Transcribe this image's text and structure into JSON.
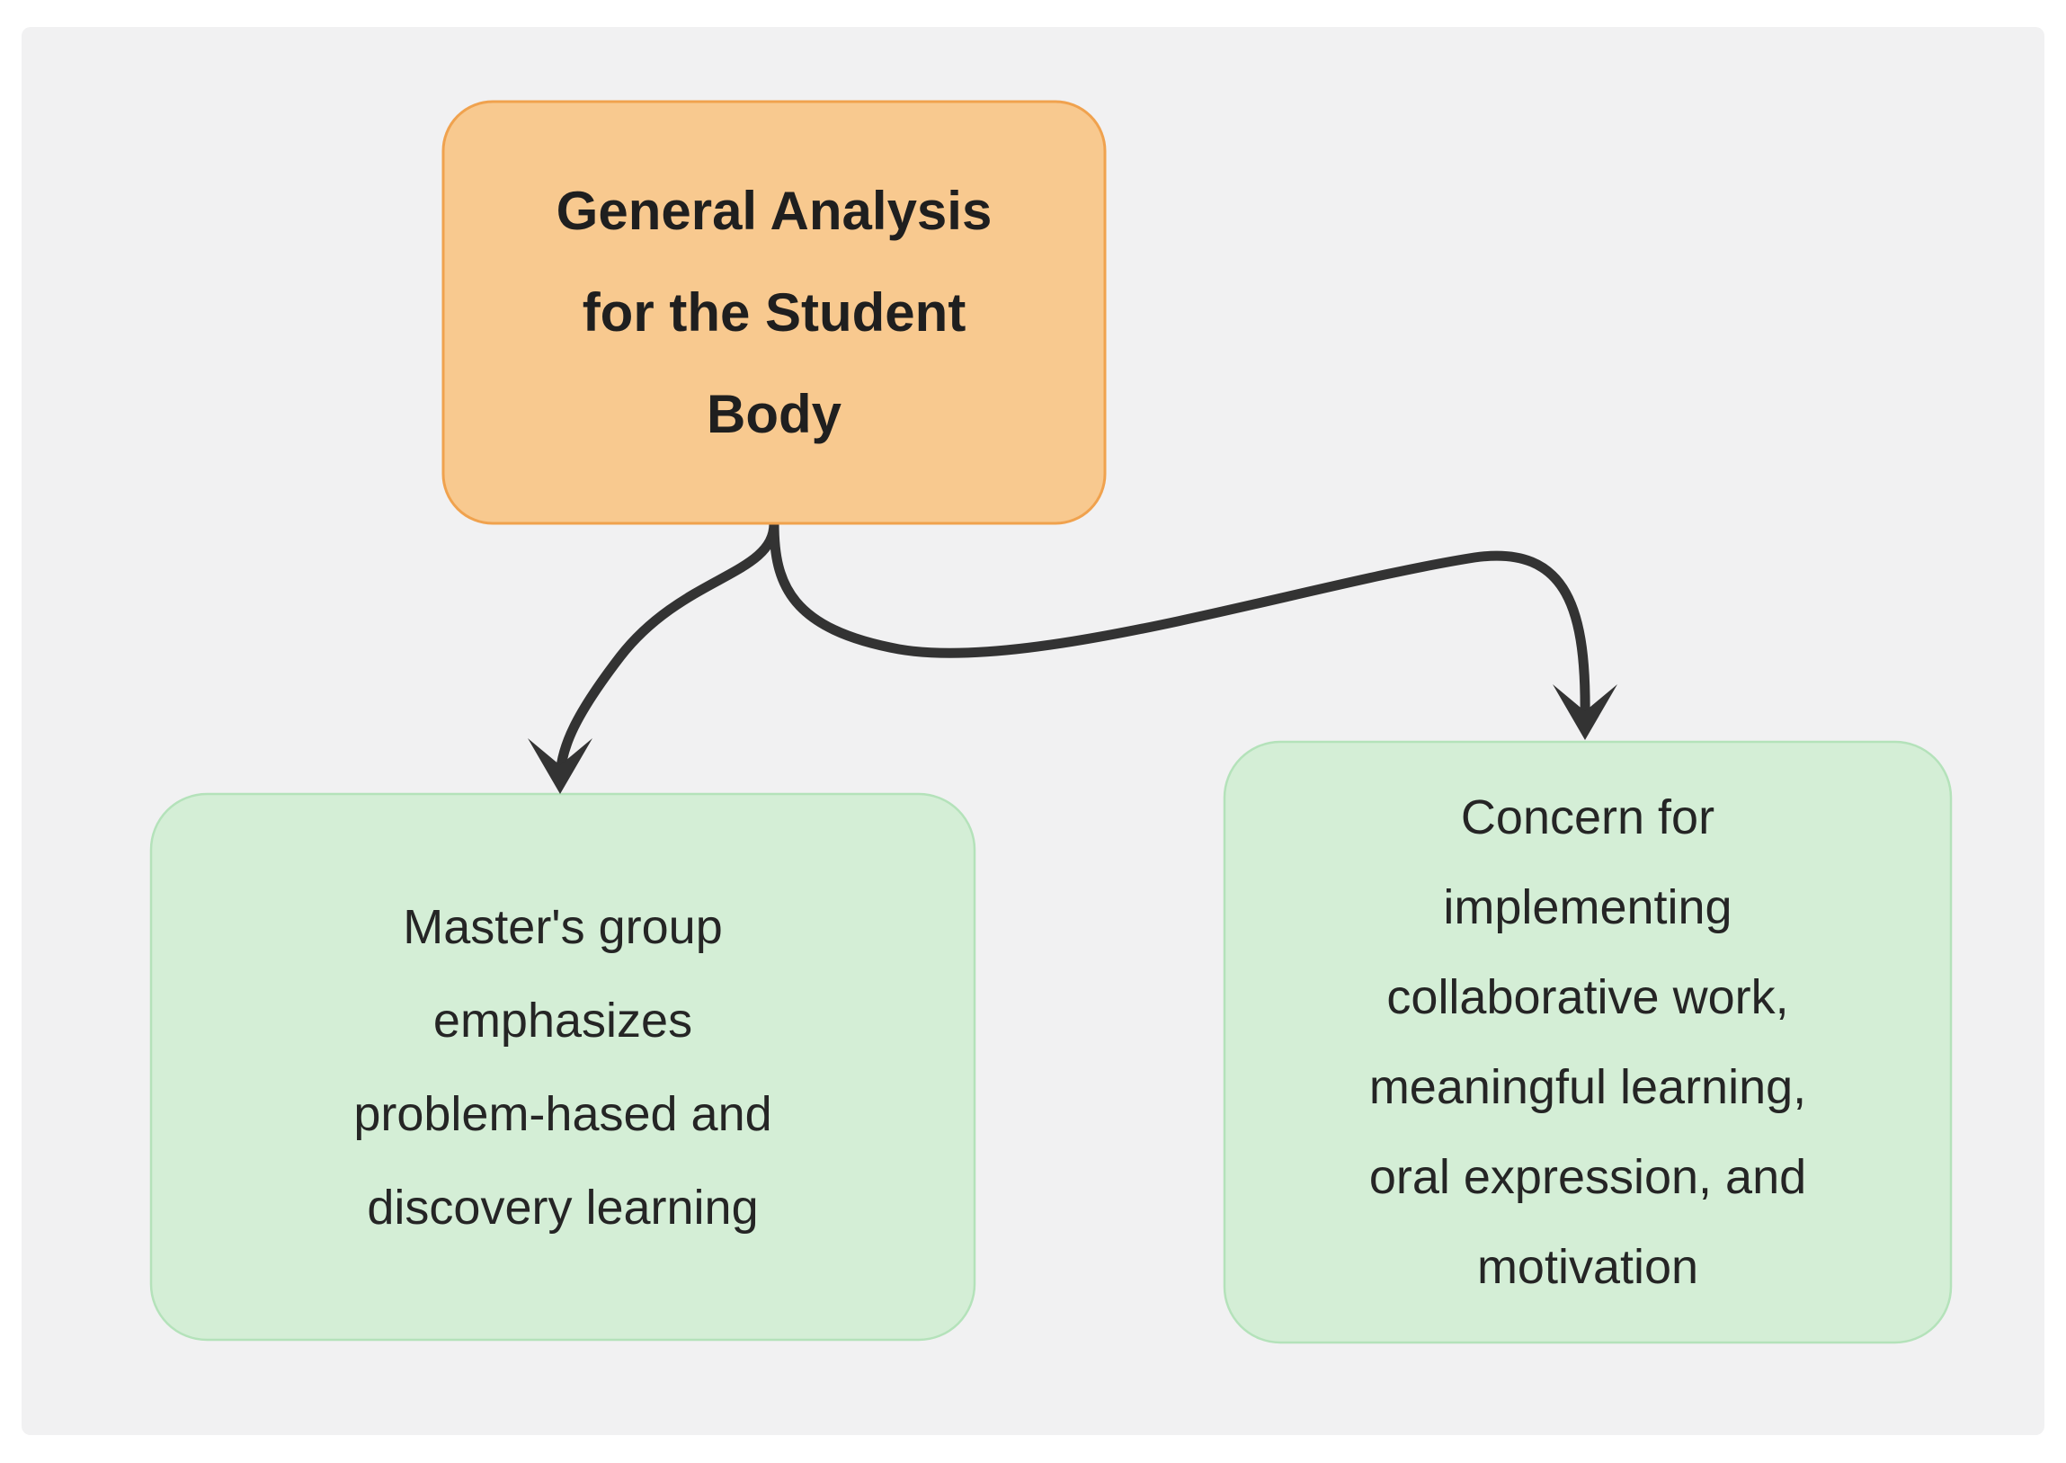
{
  "diagram": {
    "nodes": {
      "root": {
        "lines": [
          "General Analysis",
          "for the Student",
          "Body"
        ],
        "fill": "#F8C98F",
        "border": "#F0A24E",
        "text_color": "#1F1F1F"
      },
      "left": {
        "lines": [
          "Master's group",
          "emphasizes",
          "problem-hased and",
          "discovery learning"
        ],
        "fill": "#D4EED6",
        "border": "#B4E2BA",
        "text_color": "#252525"
      },
      "right": {
        "lines": [
          "Concern for",
          "implementing",
          "collaborative work,",
          "meaningful learning,",
          "oral expression, and",
          "motivation"
        ],
        "fill": "#D4EED6",
        "border": "#B4E2BA",
        "text_color": "#252525"
      }
    },
    "edges": [
      {
        "from": "root",
        "to": "left"
      },
      {
        "from": "root",
        "to": "right"
      }
    ],
    "colors": {
      "page_background": "#FFFFFF",
      "panel_background": "#F1F1F2",
      "arrow": "#333333"
    }
  }
}
